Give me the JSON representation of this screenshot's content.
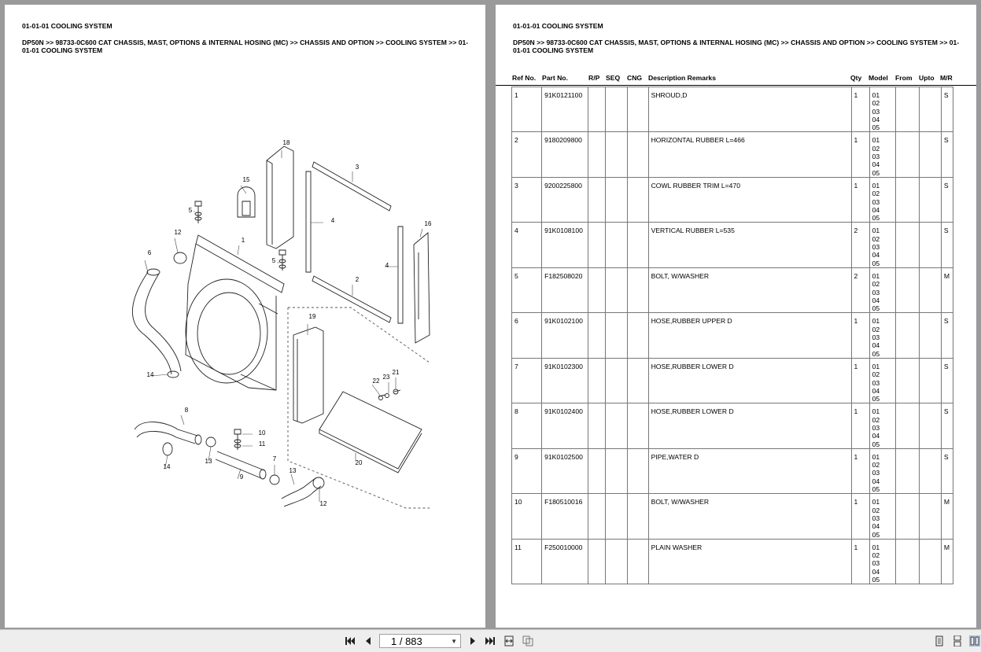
{
  "left_page": {
    "title": "01-01-01 COOLING SYSTEM",
    "breadcrumb": "DP50N >> 98733-0C600 CAT CHASSIS, MAST, OPTIONS & INTERNAL HOSING (MC) >> CHASSIS AND OPTION >> COOLING SYSTEM >> 01-01-01 COOLING SYSTEM",
    "callouts": [
      "18",
      "3",
      "15",
      "5",
      "4",
      "16",
      "12",
      "1",
      "6",
      "5",
      "4",
      "2",
      "19",
      "14",
      "23",
      "21",
      "22",
      "8",
      "10",
      "11",
      "13",
      "14",
      "9",
      "7",
      "13",
      "12",
      "20"
    ]
  },
  "right_page": {
    "title": "01-01-01 COOLING SYSTEM",
    "breadcrumb": "DP50N >> 98733-0C600 CAT CHASSIS, MAST, OPTIONS & INTERNAL HOSING (MC) >> CHASSIS AND OPTION >> COOLING SYSTEM >> 01-01-01 COOLING SYSTEM",
    "columns": {
      "ref": "Ref No.",
      "part": "Part No.",
      "rp": "R/P",
      "seq": "SEQ",
      "cng": "CNG",
      "desc": "Description Remarks",
      "qty": "Qty",
      "model": "Model",
      "from": "From",
      "upto": "Upto",
      "mr": "M/R"
    },
    "rows": [
      {
        "ref": "1",
        "part": "91K0121100",
        "desc": "SHROUD,D",
        "qty": "1",
        "models": [
          "01",
          "02",
          "03",
          "04",
          "05"
        ],
        "mr": "S"
      },
      {
        "ref": "2",
        "part": "9180209800",
        "desc": "HORIZONTAL RUBBER L=466",
        "qty": "1",
        "models": [
          "01",
          "02",
          "03",
          "04",
          "05"
        ],
        "mr": "S"
      },
      {
        "ref": "3",
        "part": "9200225800",
        "desc": "COWL RUBBER TRIM L=470",
        "qty": "1",
        "models": [
          "01",
          "02",
          "03",
          "04",
          "05"
        ],
        "mr": "S"
      },
      {
        "ref": "4",
        "part": "91K0108100",
        "desc": "VERTICAL RUBBER L=535",
        "qty": "2",
        "models": [
          "01",
          "02",
          "03",
          "04",
          "05"
        ],
        "mr": "S"
      },
      {
        "ref": "5",
        "part": "F182508020",
        "desc": "BOLT, W/WASHER",
        "qty": "2",
        "models": [
          "01",
          "02",
          "03",
          "04",
          "05"
        ],
        "mr": "M"
      },
      {
        "ref": "6",
        "part": "91K0102100",
        "desc": "HOSE,RUBBER UPPER D",
        "qty": "1",
        "models": [
          "01",
          "02",
          "03",
          "04",
          "05"
        ],
        "mr": "S"
      },
      {
        "ref": "7",
        "part": "91K0102300",
        "desc": "HOSE,RUBBER LOWER D",
        "qty": "1",
        "models": [
          "01",
          "02",
          "03",
          "04",
          "05"
        ],
        "mr": "S"
      },
      {
        "ref": "8",
        "part": "91K0102400",
        "desc": "HOSE,RUBBER LOWER D",
        "qty": "1",
        "models": [
          "01",
          "02",
          "03",
          "04",
          "05"
        ],
        "mr": "S"
      },
      {
        "ref": "9",
        "part": "91K0102500",
        "desc": "PIPE,WATER D",
        "qty": "1",
        "models": [
          "01",
          "02",
          "03",
          "04",
          "05"
        ],
        "mr": "S"
      },
      {
        "ref": "10",
        "part": "F180510016",
        "desc": "BOLT, W/WASHER",
        "qty": "1",
        "models": [
          "01",
          "02",
          "03",
          "04",
          "05"
        ],
        "mr": "M"
      },
      {
        "ref": "11",
        "part": "F250010000",
        "desc": "PLAIN WASHER",
        "qty": "1",
        "models": [
          "01",
          "02",
          "03",
          "04",
          "05"
        ],
        "mr": "M"
      }
    ]
  },
  "toolbar": {
    "page_indicator": "1 / 883",
    "icons": [
      "first-page-icon",
      "prev-page-icon",
      "next-page-icon",
      "last-page-icon",
      "fit-width-icon",
      "fit-page-icon",
      "single-page-view-icon",
      "continuous-view-icon",
      "two-page-view-icon"
    ]
  }
}
